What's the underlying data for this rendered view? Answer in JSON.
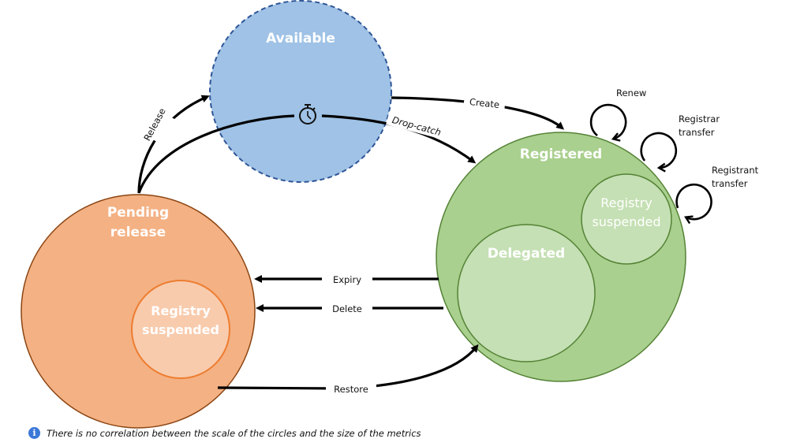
{
  "states": {
    "available": {
      "label": "Available",
      "fill": "#9fc2e6",
      "stroke": "#2f5597"
    },
    "pending_release": {
      "label_line1": "Pending",
      "label_line2": "release",
      "fill": "#f4b183",
      "stroke": "#8b4513"
    },
    "pending_registry_suspended": {
      "label_line1": "Registry",
      "label_line2": "suspended",
      "fill": "#f8cbad",
      "stroke": "#ed7d31"
    },
    "registered": {
      "label": "Registered",
      "fill": "#a9d08e",
      "stroke": "#548235"
    },
    "delegated": {
      "label": "Delegated",
      "fill": "#c5e0b4",
      "stroke": "#548235"
    },
    "registered_registry_suspended": {
      "label_line1": "Registry",
      "label_line2": "suspended",
      "fill": "#c5e0b4",
      "stroke": "#548235"
    }
  },
  "transitions": {
    "release": "Release",
    "create": "Create",
    "drop_catch": "Drop-catch",
    "expiry": "Expiry",
    "delete": "Delete",
    "restore": "Restore",
    "renew": "Renew",
    "registrar_transfer_line1": "Registrar",
    "registrar_transfer_line2": "transfer",
    "registrant_transfer_line1": "Registrant",
    "registrant_transfer_line2": "transfer"
  },
  "icons": {
    "timer": "stopwatch-icon",
    "info": "info-icon"
  },
  "footnote": {
    "icon_glyph": "i",
    "text": "There is no correlation between the scale of the circles and the size of the metrics"
  }
}
